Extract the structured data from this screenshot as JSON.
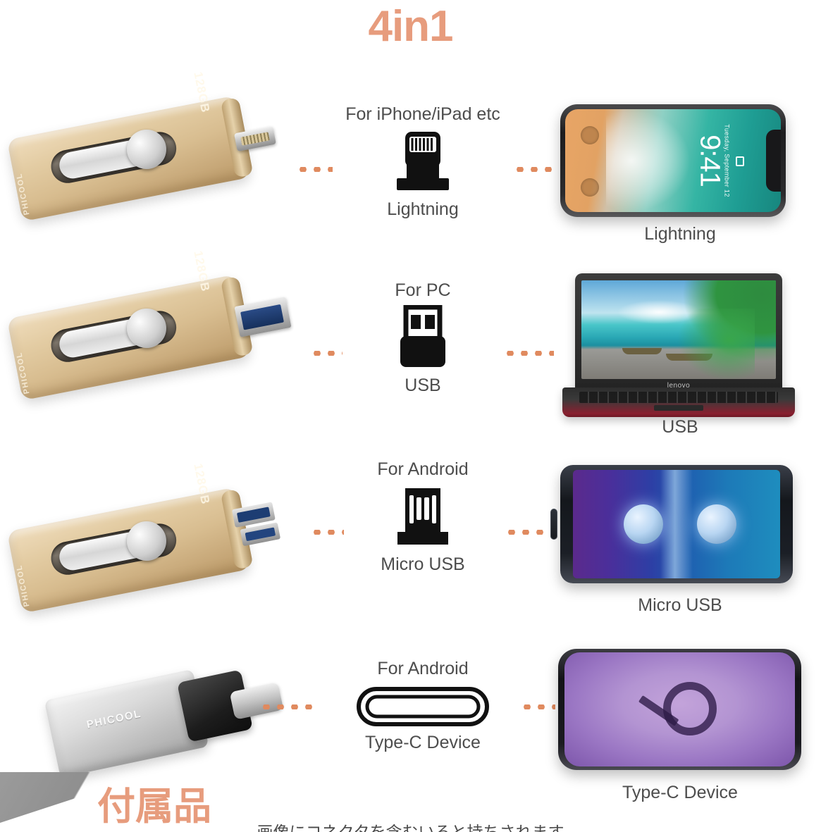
{
  "title": "4in1",
  "brand": "PHICOOL",
  "capacity": "128GB",
  "rows": [
    {
      "id": "lightning",
      "for_label": "For iPhone/iPad etc",
      "connector_name": "Lightning",
      "connector_icon": "lightning-connector-icon",
      "device_caption": "Lightning",
      "device_name": "iphone-x",
      "phone_time": "9:41",
      "phone_date": "Tuesday, September 12"
    },
    {
      "id": "usb",
      "for_label": "For PC",
      "connector_name": "USB",
      "connector_icon": "usb-a-connector-icon",
      "device_caption": "USB",
      "device_name": "laptop",
      "laptop_brand": "lenovo"
    },
    {
      "id": "micro-usb",
      "for_label": "For Android",
      "connector_name": "Micro USB",
      "connector_icon": "micro-usb-connector-icon",
      "device_caption": "Micro USB",
      "device_name": "android-phone"
    },
    {
      "id": "type-c",
      "for_label": "For Android",
      "connector_name": "Type-C Device",
      "connector_icon": "usb-type-c-connector-icon",
      "device_caption": "Type-C Device",
      "device_name": "galaxy-s9"
    }
  ],
  "footer": {
    "accessory_heading": "付属品",
    "note": "画像にコネクタを含むいると持ちされます"
  },
  "colors": {
    "accent": "#e79c7d",
    "dots": "#e08a5f",
    "text": "#4d4d4d",
    "drive_gold": "#d8bd90",
    "adapter_silver": "#dcdcdc"
  }
}
